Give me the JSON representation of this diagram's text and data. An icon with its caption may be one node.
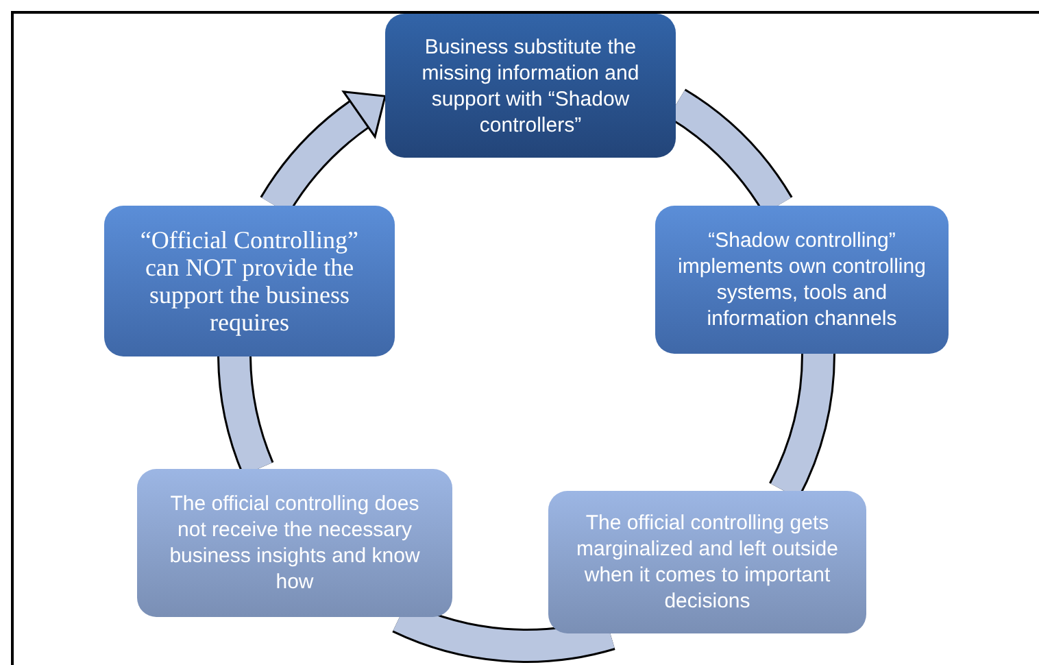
{
  "diagram": {
    "nodes": [
      {
        "text": [
          "Business substitute the missing information and support with “Shadow controllers”"
        ]
      },
      {
        "text": [
          "“Official Controlling” can NOT provide the support the business requires"
        ]
      },
      {
        "text": [
          "“Shadow controlling” implements own controlling systems, tools and information channels"
        ]
      },
      {
        "text": [
          "The official controlling does not receive the necessary business insights and know how"
        ]
      },
      {
        "text": [
          "The official controlling gets marginalized and left outside when it comes to important decisions"
        ]
      }
    ],
    "edges": [
      {
        "from": 0,
        "to": 2,
        "arrow": "none"
      },
      {
        "from": 2,
        "to": 4,
        "arrow": "none"
      },
      {
        "from": 4,
        "to": 3,
        "arrow": "none"
      },
      {
        "from": 3,
        "to": 1,
        "arrow": "none"
      },
      {
        "from": 1,
        "to": 0,
        "arrow": "to"
      }
    ]
  }
}
